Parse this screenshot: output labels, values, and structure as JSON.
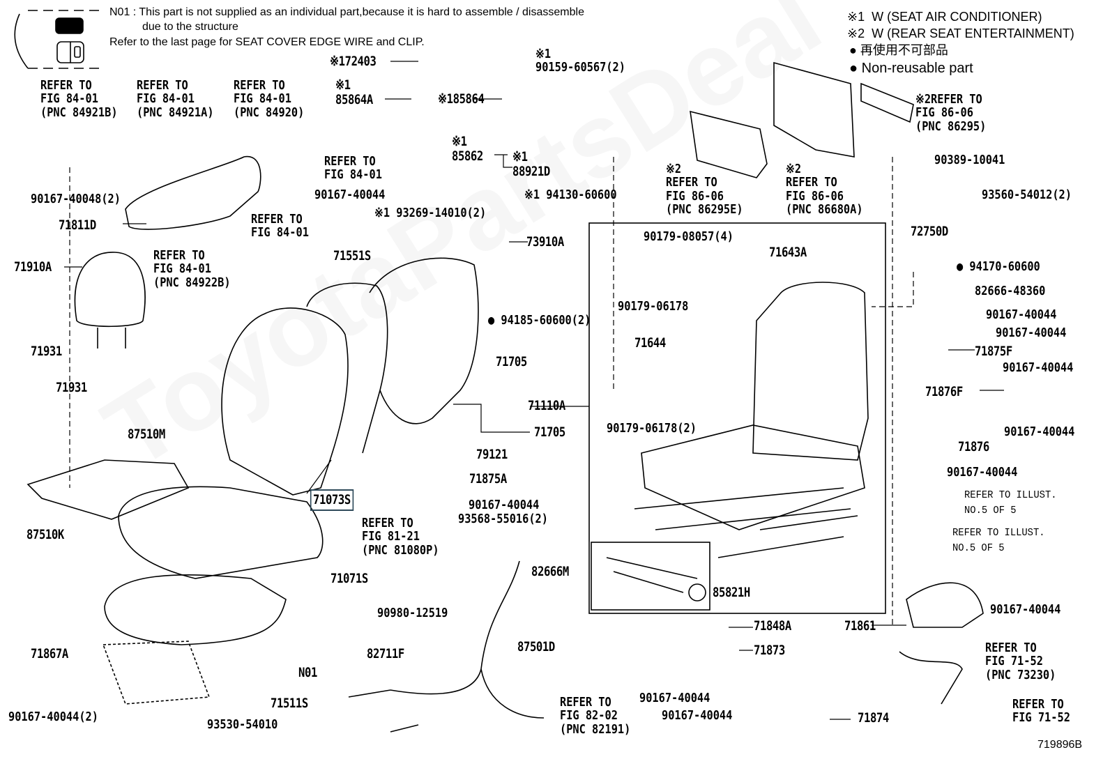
{
  "header_note": {
    "line1": "N01 : This part is not supplied as an individual part,because it is hard to assemble / disassemble",
    "line2": "due to the structure",
    "line3": "Refer to the last page for SEAT COVER EDGE WIRE and CLIP."
  },
  "legend": {
    "item1": "※1  W (SEAT AIR CONDITIONER)",
    "item2": "※2  W (REAR SEAT ENTERTAINMENT)",
    "item3": "再使用不可部品",
    "item4": "Non-reusable part"
  },
  "watermark": "ToyotaPartsDeal",
  "diagram_code": "719896B",
  "highlighted_part": "71073S",
  "labels": [
    "※172403",
    "※1\n85864A",
    "※185864",
    "※1\n90159-60567(2)",
    "※1\n85862",
    "※1\n88921D",
    "※1 94130-60600",
    "※1 93269-14010(2)",
    "REFER TO\nFIG 84-01\n(PNC 84921B)",
    "REFER TO\nFIG 84-01\n(PNC 84921A)",
    "REFER TO\nFIG 84-01\n(PNC 84920)",
    "90167-40048(2)",
    "REFER TO\nFIG 84-01",
    "90167-40044",
    "71811D",
    "REFER TO\nFIG 84-01",
    "REFER TO\nFIG 84-01\n(PNC 84922B)",
    "71910A",
    "71931",
    "71931",
    "87510M",
    "87510K",
    "71551S",
    "73910A",
    "● 94185-60600(2)",
    "71705",
    "71110A",
    "71705",
    "79121",
    "71875A",
    "71073S",
    "90167-40044",
    "93568-55016(2)",
    "REFER TO\nFIG 81-21\n(PNC 81080P)",
    "82666M",
    "71071S",
    "90980-12519",
    "82711F",
    "87501D",
    "N01",
    "71867A",
    "71511S",
    "90167-40044(2)",
    "93530-54010",
    "REFER TO\nFIG 82-02\n(PNC 82191)",
    "90179-08057(4)",
    "71643A",
    "90179-06178",
    "71644",
    "90179-06178(2)",
    "85821H",
    "71848A",
    "71873",
    "90167-40044",
    "90167-40044",
    "71874",
    "※2\nREFER TO\nFIG 86-06\n(PNC 86295E)",
    "※2\nREFER TO\nFIG 86-06\n(PNC 86680A)",
    "※2REFER TO\nFIG 86-06\n(PNC 86295)",
    "90389-10041",
    "93560-54012(2)",
    "72750D",
    "● 94170-60600",
    "82666-48360",
    "90167-40044",
    "90167-40044",
    "71875F",
    "90167-40044",
    "71876F",
    "90167-40044",
    "71876",
    "90167-40044",
    "REFER TO ILLUST.\nNO.5 OF 5",
    "REFER TO ILLUST.\nNO.5 OF 5",
    "90167-40044",
    "71861",
    "REFER TO\nFIG 71-52\n(PNC 73230)",
    "REFER TO\nFIG 71-52"
  ]
}
